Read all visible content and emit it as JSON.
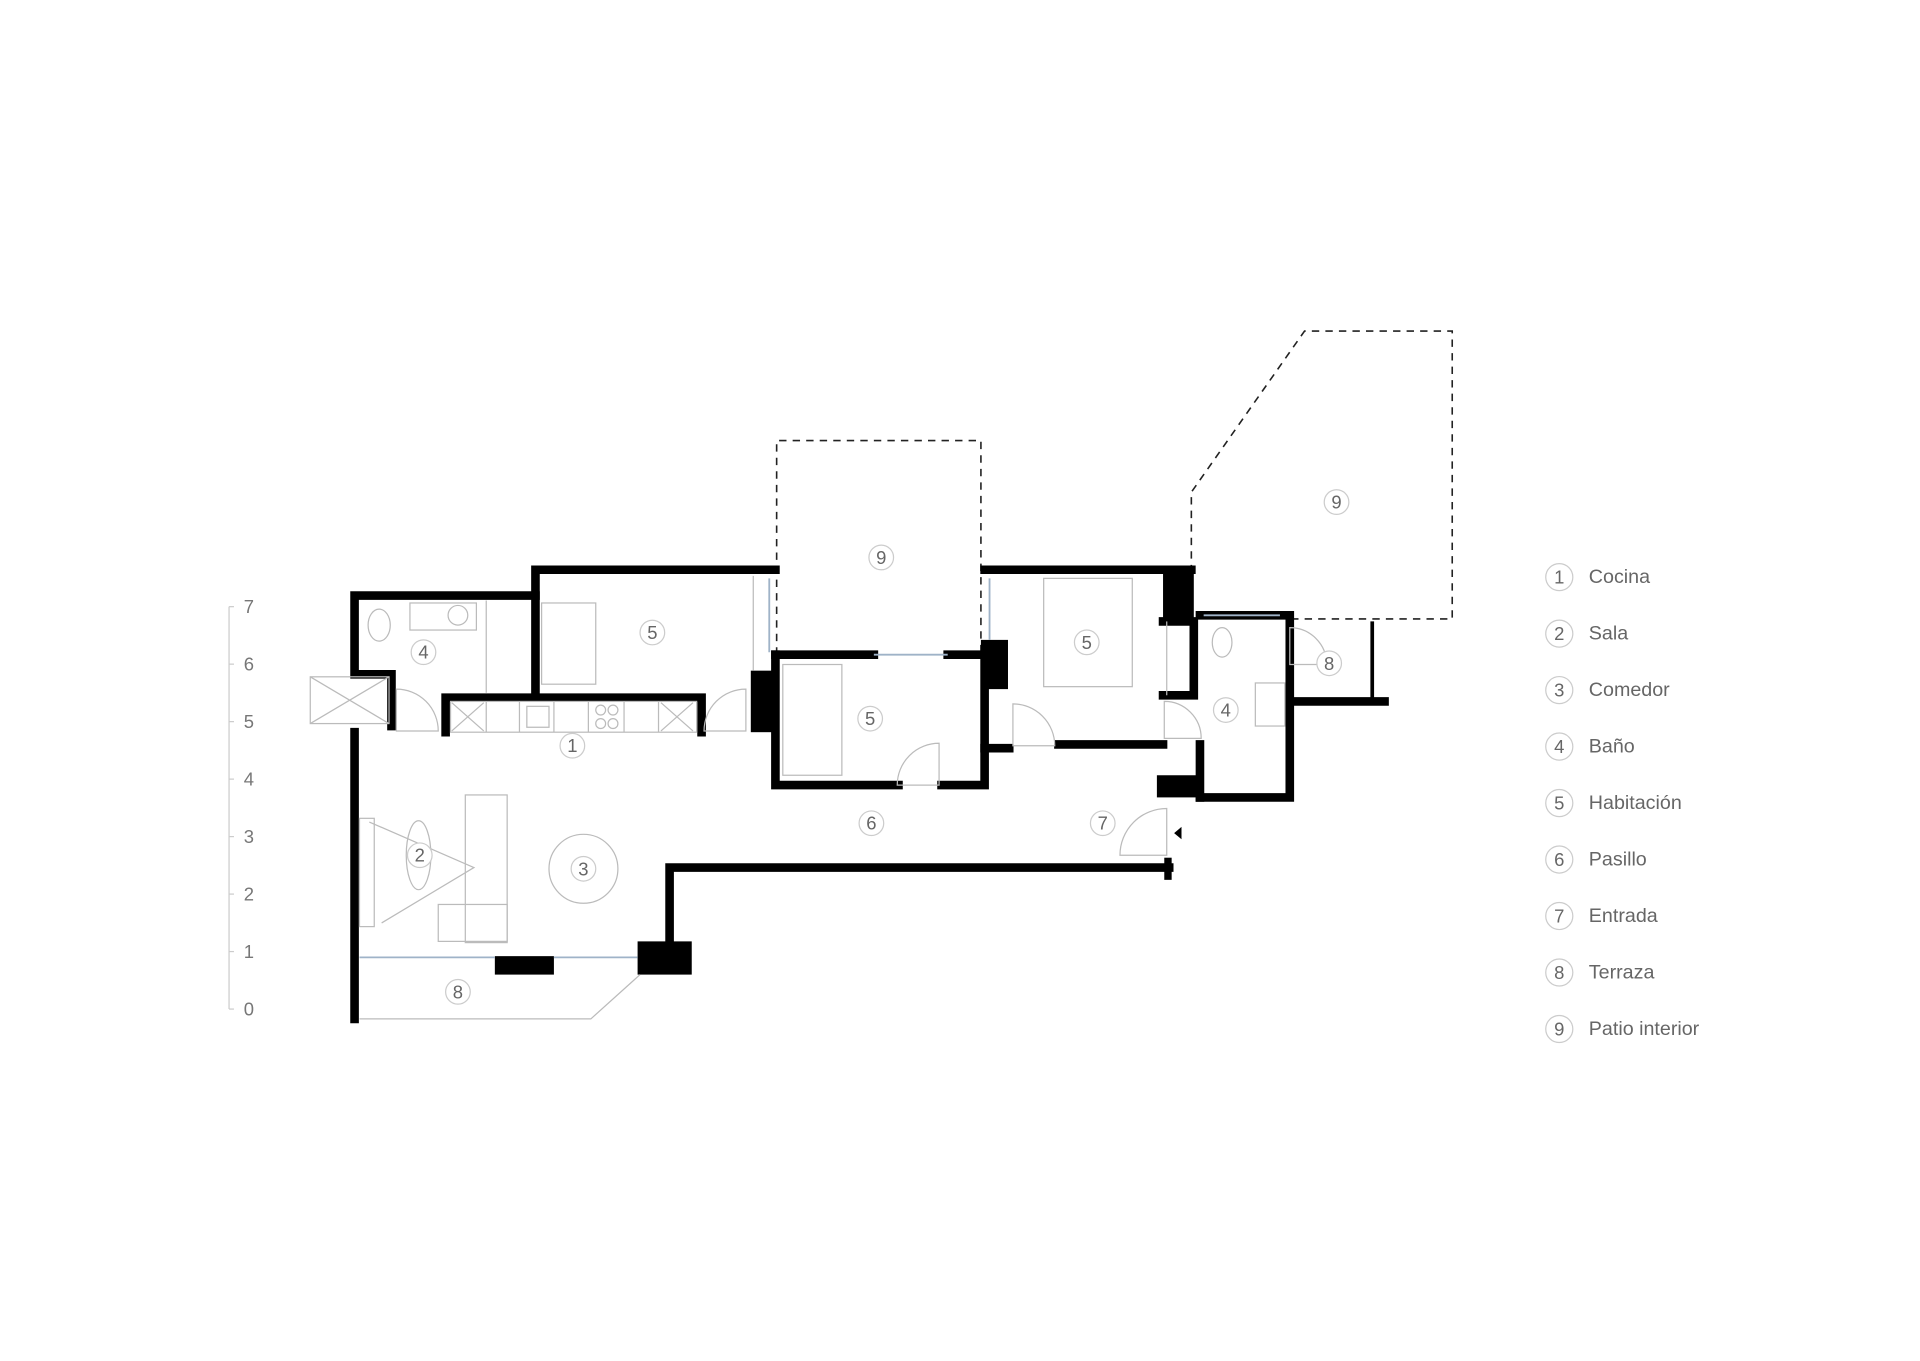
{
  "legend": [
    {
      "num": "1",
      "label": "Cocina"
    },
    {
      "num": "2",
      "label": "Sala"
    },
    {
      "num": "3",
      "label": "Comedor"
    },
    {
      "num": "4",
      "label": "Baño"
    },
    {
      "num": "5",
      "label": "Habitación"
    },
    {
      "num": "6",
      "label": "Pasillo"
    },
    {
      "num": "7",
      "label": "Entrada"
    },
    {
      "num": "8",
      "label": "Terraza"
    },
    {
      "num": "9",
      "label": "Patio interior"
    }
  ],
  "scale": {
    "ticks": [
      "7",
      "6",
      "5",
      "4",
      "3",
      "2",
      "1",
      "0"
    ]
  },
  "rooms": {
    "cocina": "1",
    "sala": "2",
    "comedor": "3",
    "bano_1": "4",
    "bano_2": "4",
    "hab_1": "5",
    "hab_2": "5",
    "hab_3": "5",
    "pasillo": "6",
    "entrada": "7",
    "terraza_1": "8",
    "terraza_2": "8",
    "patio_1": "9",
    "patio_2": "9"
  }
}
